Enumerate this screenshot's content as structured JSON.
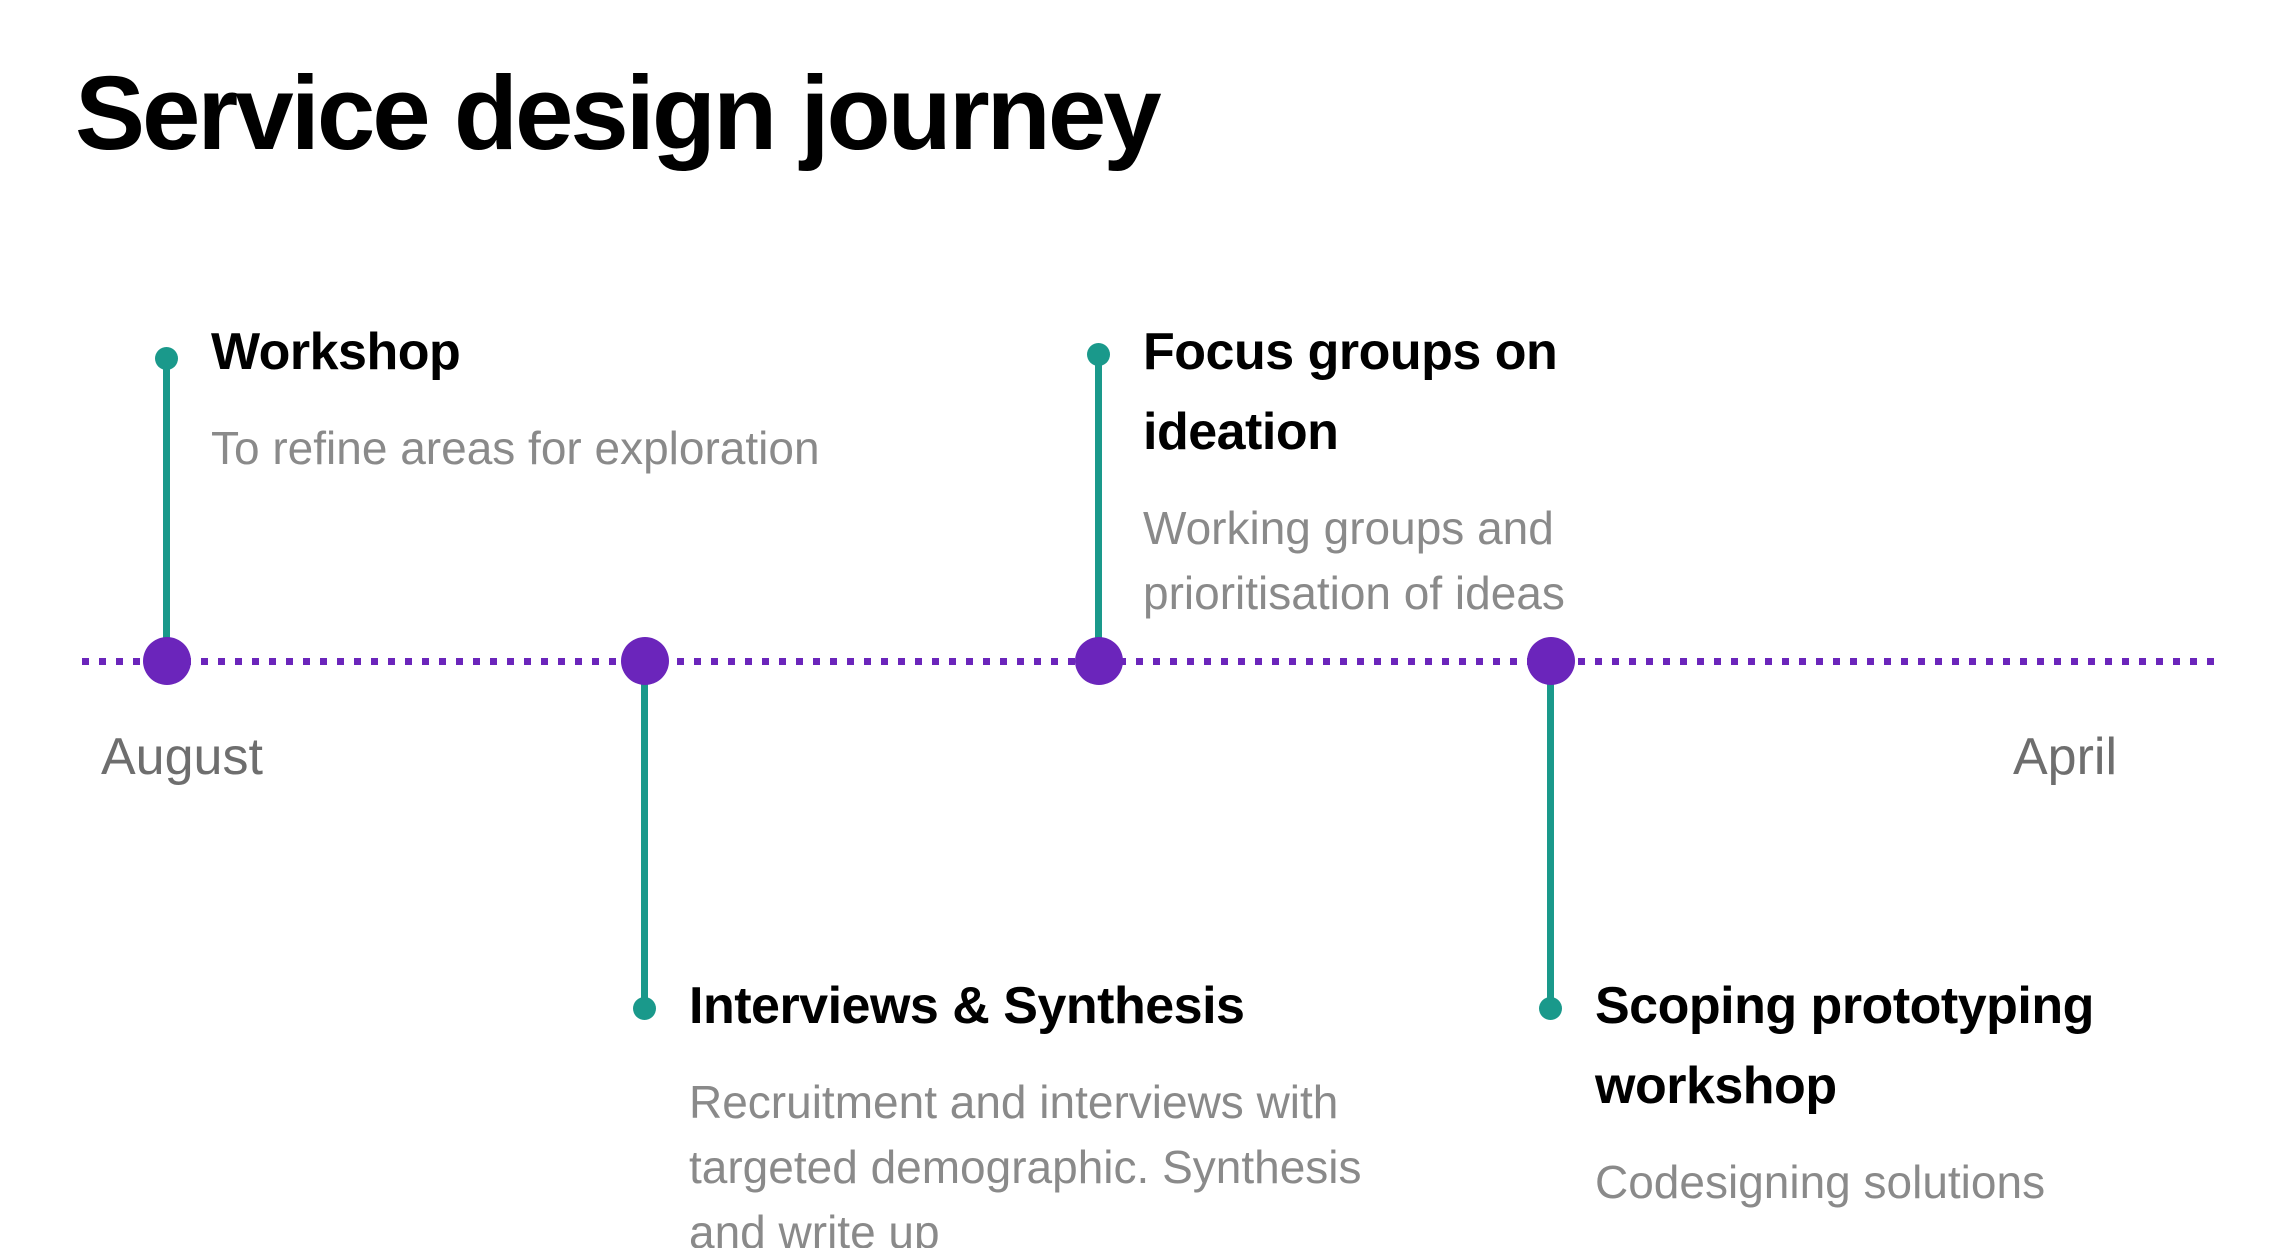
{
  "title": "Service design journey",
  "timeline": {
    "start_label": "August",
    "end_label": "April"
  },
  "milestones": [
    {
      "title": "Workshop",
      "description": "To refine areas for exploration",
      "side": "above"
    },
    {
      "title": "Interviews & Synthesis",
      "description": "Recruitment and interviews with\ntargeted demographic. Synthesis\nand write up",
      "side": "below"
    },
    {
      "title": "Focus groups on\nideation",
      "description": "Working groups and\nprioritisation of ideas",
      "side": "above"
    },
    {
      "title": "Scoping prototyping\nworkshop",
      "description": "Codesigning solutions",
      "side": "below"
    }
  ],
  "colors": {
    "accent_purple": "#6B25BB",
    "accent_teal": "#1A998B",
    "heading_text": "#000000",
    "muted_text": "#8A8A8A",
    "month_text": "#6E6E6E"
  }
}
